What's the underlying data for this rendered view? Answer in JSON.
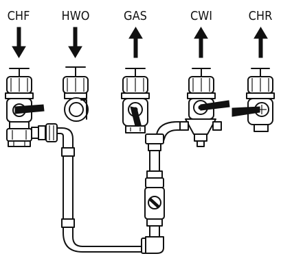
{
  "connections": [
    {
      "label": "CHF",
      "flow": "in"
    },
    {
      "label": "HWO",
      "flow": "in"
    },
    {
      "label": "GAS",
      "flow": "out"
    },
    {
      "label": "CWI",
      "flow": "out"
    },
    {
      "label": "CHR",
      "flow": "out"
    }
  ]
}
